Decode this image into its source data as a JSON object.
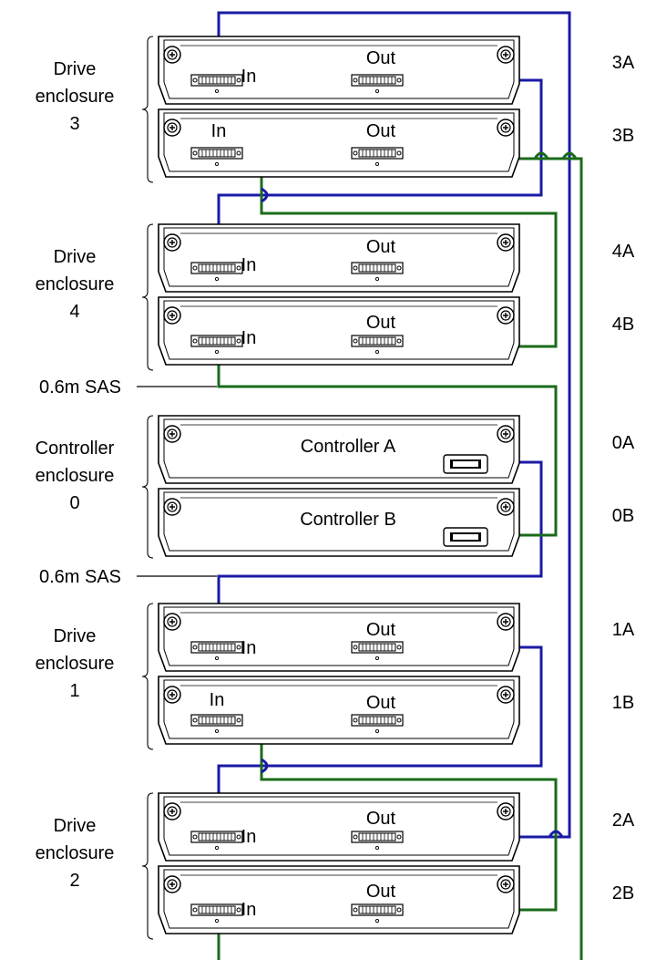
{
  "groups": [
    {
      "line1": "Drive",
      "line2": "enclosure",
      "number": "3"
    },
    {
      "line1": "Drive",
      "line2": "enclosure",
      "number": "4"
    },
    {
      "line1": "Controller",
      "line2": "enclosure",
      "number": "0"
    },
    {
      "line1": "Drive",
      "line2": "enclosure",
      "number": "1"
    },
    {
      "line1": "Drive",
      "line2": "enclosure",
      "number": "2"
    }
  ],
  "modules": [
    {
      "id": "3A",
      "type": "drive",
      "in_label": "In",
      "out_label": "Out"
    },
    {
      "id": "3B",
      "type": "drive",
      "in_label": "In",
      "out_label": "Out"
    },
    {
      "id": "4A",
      "type": "drive",
      "in_label": "In",
      "out_label": "Out"
    },
    {
      "id": "4B",
      "type": "drive",
      "in_label": "In",
      "out_label": "Out"
    },
    {
      "id": "0A",
      "type": "controller",
      "title": "Controller A"
    },
    {
      "id": "0B",
      "type": "controller",
      "title": "Controller B"
    },
    {
      "id": "1A",
      "type": "drive",
      "in_label": "In",
      "out_label": "Out"
    },
    {
      "id": "1B",
      "type": "drive",
      "in_label": "In",
      "out_label": "Out"
    },
    {
      "id": "2A",
      "type": "drive",
      "in_label": "In",
      "out_label": "Out"
    },
    {
      "id": "2B",
      "type": "drive",
      "in_label": "In",
      "out_label": "Out"
    }
  ],
  "cable_labels": [
    "0.6m SAS",
    "0.6m SAS"
  ],
  "colors": {
    "cable_a": "#1a1aa6",
    "cable_b": "#1a6b1a",
    "outline": "#000000"
  }
}
